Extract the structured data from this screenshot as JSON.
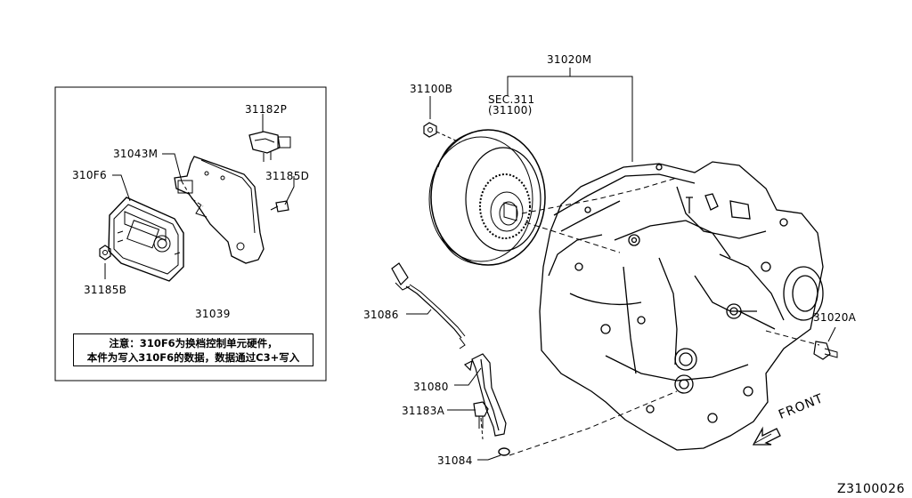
{
  "labels": {
    "p31182P": "31182P",
    "p31043M": "31043M",
    "p310F6": "310F6",
    "p31185D": "31185D",
    "p31185B": "31185B",
    "p31039": "31039",
    "p31100B": "31100B",
    "sec311": "SEC.311",
    "sec311_sub": "(31100)",
    "p31020M": "31020M",
    "p31086": "31086",
    "p31080": "31080",
    "p31183A": "31183A",
    "p31084": "31084",
    "p31020A": "31020A"
  },
  "note": {
    "line1": "注意：310F6为换档控制单元硬件，",
    "line2": "本件为写入310F6的数据，数据通过C3+写入"
  },
  "front_label": "FRONT",
  "diagram_id": "Z3100026"
}
